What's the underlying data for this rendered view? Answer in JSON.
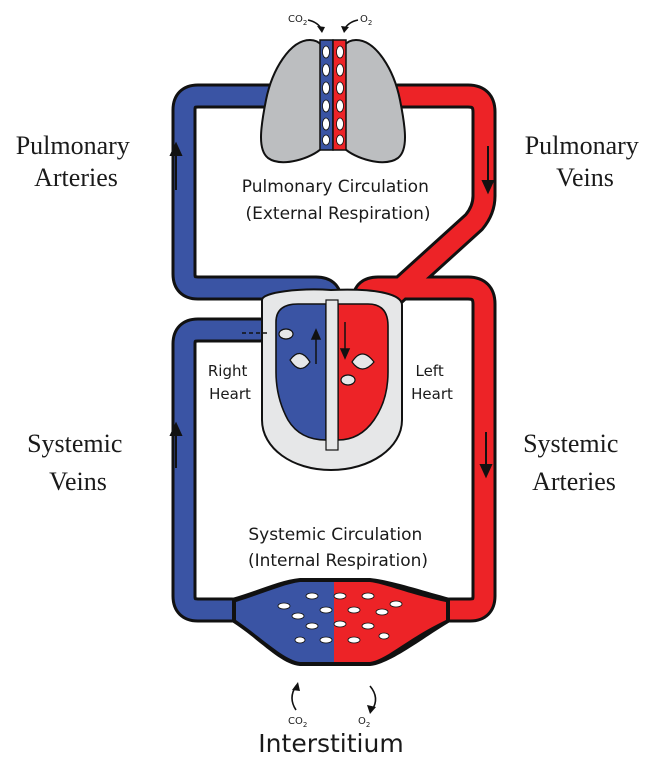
{
  "colors": {
    "deoxygenated": "#3a54a4",
    "oxygenated": "#ed2327",
    "lung": "#bcbec0",
    "heart_bg": "#e6e7e8",
    "outline": "#111111"
  },
  "labels": {
    "pulmonary_arteries": [
      "Pulmonary",
      "Arteries"
    ],
    "pulmonary_veins": [
      "Pulmonary",
      "Veins"
    ],
    "systemic_veins": [
      "Systemic",
      "Veins"
    ],
    "systemic_arteries": [
      "Systemic",
      "Arteries"
    ],
    "pulmonary_circulation": [
      "Pulmonary Circulation",
      "(External Respiration)"
    ],
    "systemic_circulation": [
      "Systemic Circulation",
      "(Internal Respiration)"
    ],
    "right_heart": [
      "Right",
      "Heart"
    ],
    "left_heart": [
      "Left",
      "Heart"
    ],
    "interstitium": "Interstitium"
  },
  "gases": {
    "co2_main": "CO",
    "co2_sub": "2",
    "o2_main": "O",
    "o2_sub": "2"
  },
  "icons": [
    "flow-arrow-icon",
    "gas-exchange-arrow-icon",
    "lungs-icon",
    "heart-icon",
    "capillary-bed-icon"
  ]
}
